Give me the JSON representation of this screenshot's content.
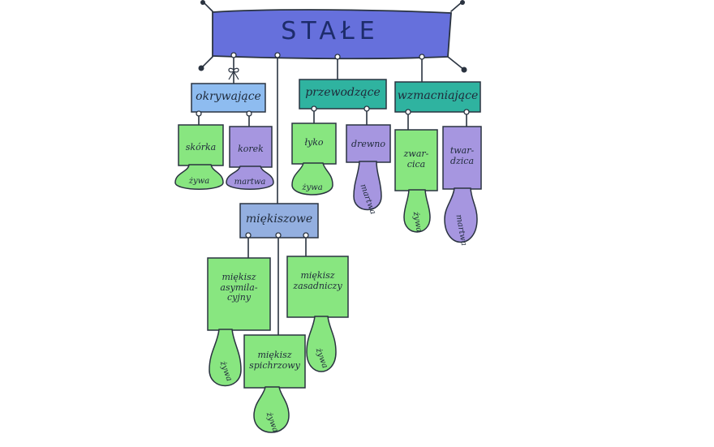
{
  "colors": {
    "title_fill": "#6670dc",
    "blue_fill": "#8ebcf0",
    "teal_fill": "#2fb3a0",
    "green_fill": "#88e680",
    "purple_fill": "#a696e0",
    "mid_fill": "#93afe0",
    "stroke": "#2a3340"
  },
  "title": "STAŁE",
  "categories": {
    "okrywajace": "okrywające",
    "przewodzace": "przewodzące",
    "wzmacniajace": "wzmacniające",
    "miekiszowe": "miękiszowe"
  },
  "cards": {
    "skorka": "skórka",
    "korek": "korek",
    "lyko": "łyko",
    "drewno": "drewno",
    "zwarcica": "zwar-\ncica",
    "twardzica": "twar-\ndzica",
    "asymilacyjny": "miękisz\nasymila-\ncyjny",
    "spichrzowy": "miękisz\nspichrzowy",
    "zasadniczy": "miękisz\nzasadniczy"
  },
  "drops": {
    "skorka": "żywa",
    "korek": "martwa",
    "lyko": "żywa",
    "drewno": "martwa",
    "zwarcica": "żywa",
    "twardzica": "martwa",
    "asymilacyjny": "żywa",
    "spichrzowy": "żywa",
    "zasadniczy": "żywa"
  }
}
